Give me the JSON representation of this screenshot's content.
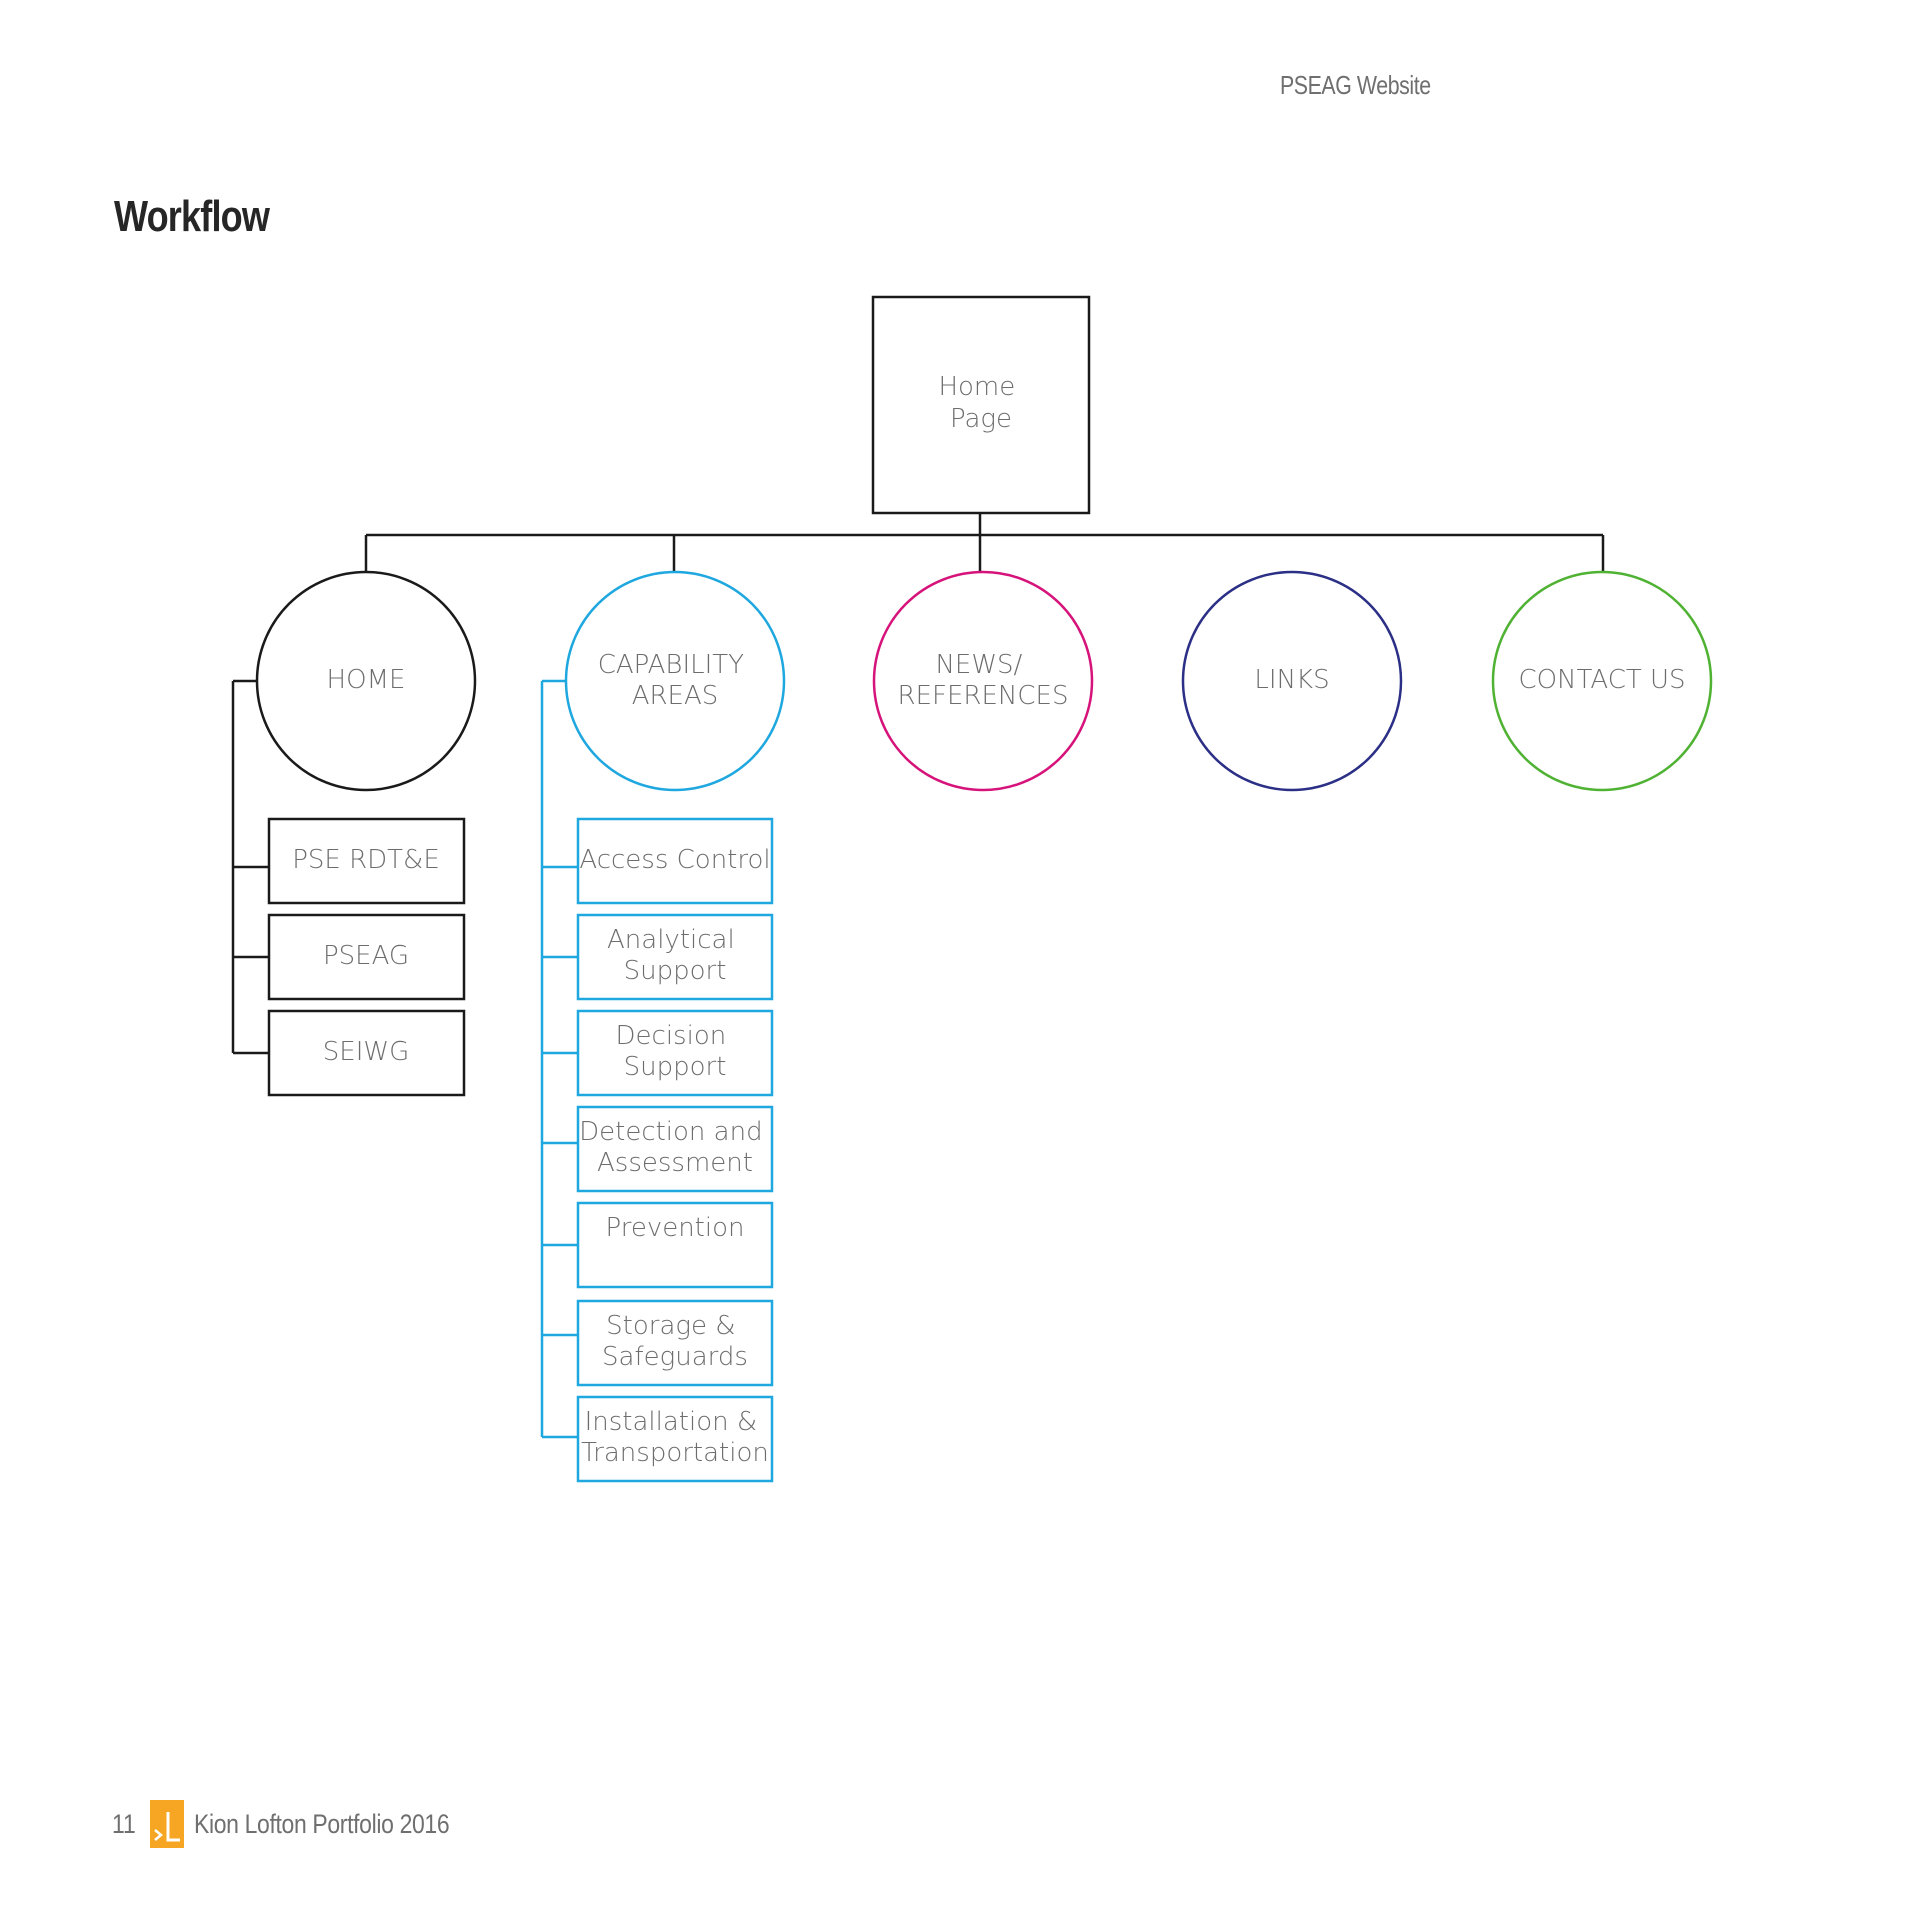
{
  "header": {
    "title": "PSEAG Website"
  },
  "section": {
    "title": "Workflow"
  },
  "colors": {
    "home": "#1a1a1a",
    "capability": "#1fa7df",
    "news": "#d6137a",
    "links": "#2b2f86",
    "contact": "#4fb233",
    "logo": "#f6a623"
  },
  "diagram": {
    "root": {
      "lines": [
        "Home",
        "Page"
      ]
    },
    "branches": [
      {
        "id": "home",
        "lines": [
          "HOME"
        ],
        "children": [
          {
            "lines": [
              "PSE RDT&E"
            ]
          },
          {
            "lines": [
              "PSEAG"
            ]
          },
          {
            "lines": [
              "SEIWG"
            ]
          }
        ]
      },
      {
        "id": "capability",
        "lines": [
          "CAPABILITY",
          "AREAS"
        ],
        "children": [
          {
            "lines": [
              "Access Control"
            ]
          },
          {
            "lines": [
              "Analytical",
              "Support"
            ]
          },
          {
            "lines": [
              "Decision",
              "Support"
            ]
          },
          {
            "lines": [
              "Detection and",
              "Assessment"
            ]
          },
          {
            "lines": [
              "Prevention"
            ]
          },
          {
            "lines": [
              "Storage &",
              "Safeguards"
            ]
          },
          {
            "lines": [
              "Installation &",
              "Transportation"
            ]
          }
        ]
      },
      {
        "id": "news",
        "lines": [
          "NEWS/",
          "REFERENCES"
        ],
        "children": []
      },
      {
        "id": "links",
        "lines": [
          "LINKS"
        ],
        "children": []
      },
      {
        "id": "contact",
        "lines": [
          "CONTACT US"
        ],
        "children": []
      }
    ]
  },
  "footer": {
    "page_number": "11",
    "logo_icon": "kl-logo-icon",
    "text": "Kion Lofton Portfolio 2016"
  }
}
